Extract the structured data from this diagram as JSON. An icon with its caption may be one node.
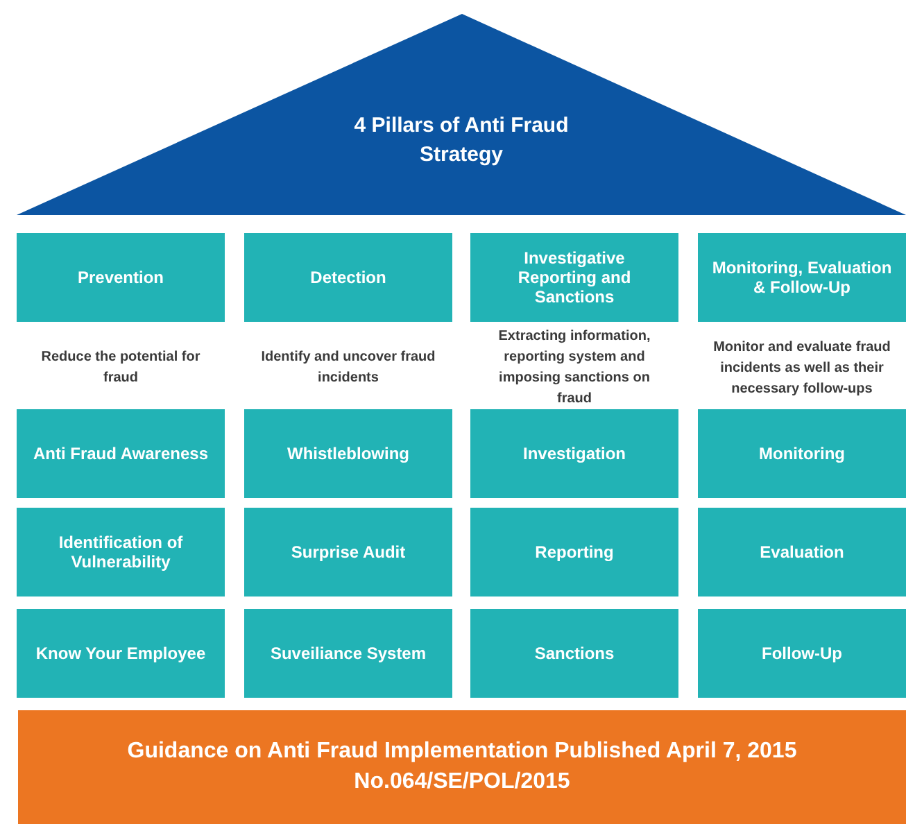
{
  "diagram": {
    "nodes": [
      {
        "text": [
          "4 Pillars of Anti Fraud Strategy"
        ]
      },
      {
        "text": [
          "Prevention"
        ],
        "beside": [
          "Reduce the potential for fraud"
        ]
      },
      {
        "text": [
          "Detection"
        ],
        "beside": [
          "Identify and uncover fraud incidents"
        ]
      },
      {
        "text": [
          "Investigative Reporting and Sanctions"
        ],
        "beside": [
          "Extracting information, reporting system and imposing sanctions on fraud"
        ]
      },
      {
        "text": [
          "Monitoring, Evaluation & Follow-Up"
        ],
        "beside": [
          "Monitor and evaluate fraud incidents as well as their necessary follow-ups"
        ]
      },
      {
        "text": [
          "Anti Fraud Awareness"
        ]
      },
      {
        "text": [
          "Whistleblowing"
        ]
      },
      {
        "text": [
          "Investigation"
        ]
      },
      {
        "text": [
          "Monitoring"
        ]
      },
      {
        "text": [
          "Identification of Vulnerability"
        ]
      },
      {
        "text": [
          "Surprise Audit"
        ]
      },
      {
        "text": [
          "Reporting"
        ]
      },
      {
        "text": [
          "Evaluation"
        ]
      },
      {
        "text": [
          "Know Your Employee"
        ]
      },
      {
        "text": [
          "Suveiliance System"
        ]
      },
      {
        "text": [
          "Sanctions"
        ]
      },
      {
        "text": [
          "Follow-Up"
        ]
      },
      {
        "text": [
          "Guidance on Anti Fraud Implementation Published April 7, 2015",
          "No.064/SE/POL/2015"
        ]
      }
    ]
  }
}
